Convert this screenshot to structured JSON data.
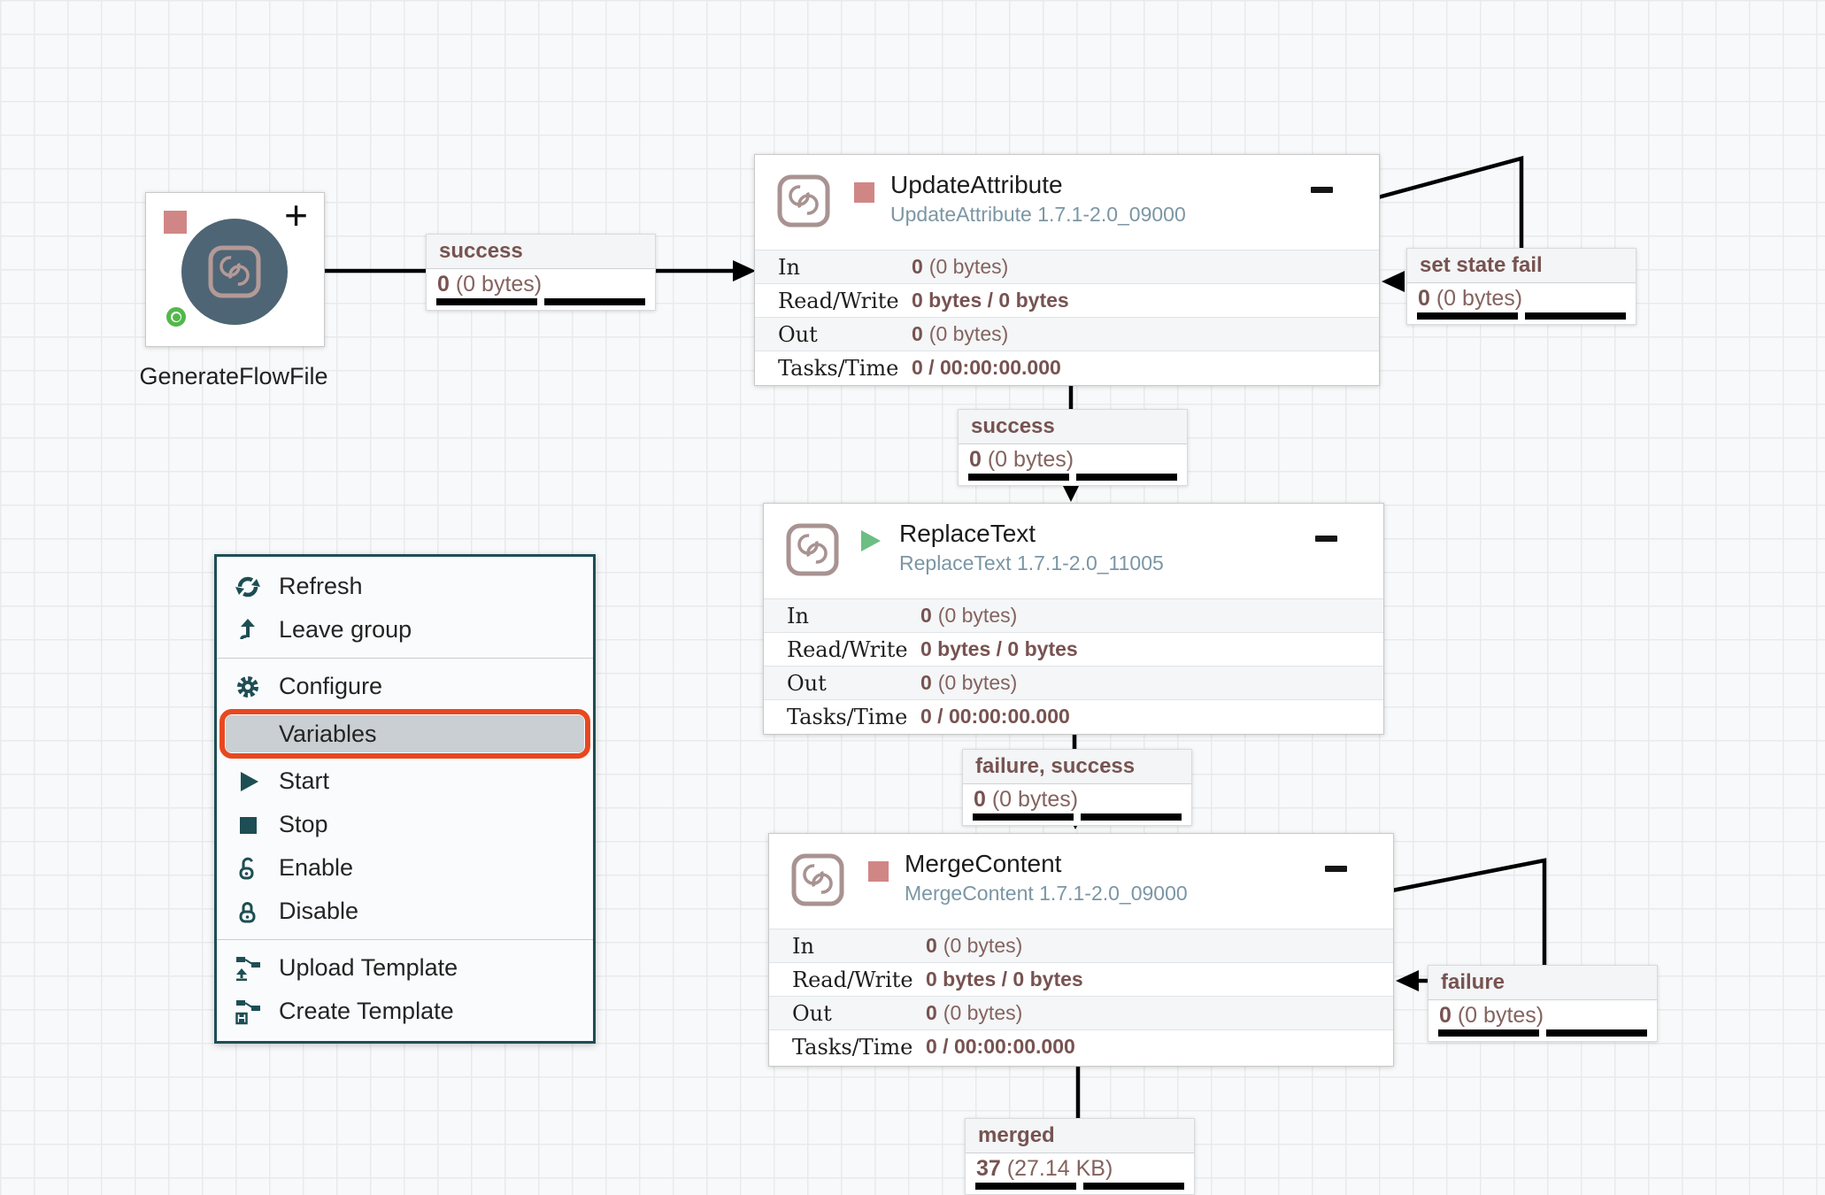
{
  "generate_flowfile": {
    "label": "GenerateFlowFile",
    "plus_glyph": "+",
    "state": "stopped"
  },
  "processors": [
    {
      "name": "UpdateAttribute",
      "type_version": "UpdateAttribute 1.7.1-2.0_09000",
      "state": "stopped",
      "stats": [
        {
          "label": "In",
          "value_strong": "0",
          "value_normal": "(0 bytes)"
        },
        {
          "label": "Read/Write",
          "value_strong": "0 bytes / 0 bytes",
          "value_normal": ""
        },
        {
          "label": "Out",
          "value_strong": "0",
          "value_normal": "(0 bytes)"
        },
        {
          "label": "Tasks/Time",
          "value_strong": "0 / 00:00:00.000",
          "value_normal": ""
        }
      ]
    },
    {
      "name": "ReplaceText",
      "type_version": "ReplaceText 1.7.1-2.0_11005",
      "state": "running",
      "stats": [
        {
          "label": "In",
          "value_strong": "0",
          "value_normal": "(0 bytes)"
        },
        {
          "label": "Read/Write",
          "value_strong": "0 bytes / 0 bytes",
          "value_normal": ""
        },
        {
          "label": "Out",
          "value_strong": "0",
          "value_normal": "(0 bytes)"
        },
        {
          "label": "Tasks/Time",
          "value_strong": "0 / 00:00:00.000",
          "value_normal": ""
        }
      ]
    },
    {
      "name": "MergeContent",
      "type_version": "MergeContent 1.7.1-2.0_09000",
      "state": "stopped",
      "stats": [
        {
          "label": "In",
          "value_strong": "0",
          "value_normal": "(0 bytes)"
        },
        {
          "label": "Read/Write",
          "value_strong": "0 bytes / 0 bytes",
          "value_normal": ""
        },
        {
          "label": "Out",
          "value_strong": "0",
          "value_normal": "(0 bytes)"
        },
        {
          "label": "Tasks/Time",
          "value_strong": "0 / 00:00:00.000",
          "value_normal": ""
        }
      ]
    }
  ],
  "connections": [
    {
      "name": "success",
      "queued_count": "0",
      "queued_size": "(0 bytes)"
    },
    {
      "name": "set state fail",
      "queued_count": "0",
      "queued_size": "(0 bytes)"
    },
    {
      "name": "success",
      "queued_count": "0",
      "queued_size": "(0 bytes)"
    },
    {
      "name": "failure, success",
      "queued_count": "0",
      "queued_size": "(0 bytes)"
    },
    {
      "name": "failure",
      "queued_count": "0",
      "queued_size": "(0 bytes)"
    },
    {
      "name": "merged",
      "queued_count": "37",
      "queued_size": "(27.14 KB)"
    }
  ],
  "context_menu": {
    "items": {
      "refresh": "Refresh",
      "leave_group": "Leave group",
      "configure": "Configure",
      "variables": "Variables",
      "start": "Start",
      "stop": "Stop",
      "enable": "Enable",
      "disable": "Disable",
      "upload_template": "Upload Template",
      "create_template": "Create Template"
    },
    "highlighted_item": "Variables"
  },
  "colors": {
    "stopped_state": "#d18686",
    "running_state": "#6dbe82",
    "stat_value_text": "#775351",
    "processor_type_text": "#7b96a5",
    "menu_accent": "#1d4e54",
    "highlight_annotation": "#e8481f",
    "processor_icon": "#a89392",
    "generate_circle": "#4e6575"
  }
}
